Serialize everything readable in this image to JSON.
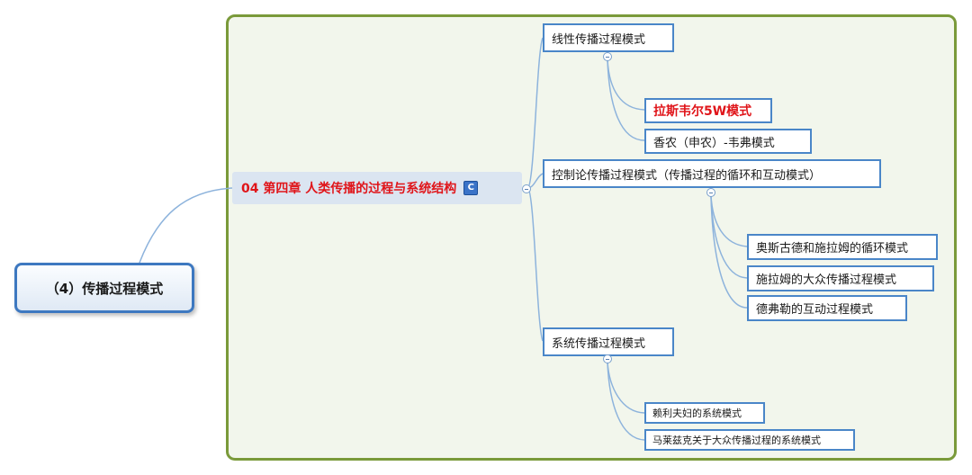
{
  "root": {
    "label": "（4）传播过程模式"
  },
  "main": {
    "label": "04 第四章 人类传播的过程与系统结构",
    "badge": "C"
  },
  "branches": [
    {
      "label": "线性传播过程模式",
      "children": [
        {
          "label": "拉斯韦尔5W模式",
          "highlight": true
        },
        {
          "label": "香农（申农）-韦弗模式"
        }
      ]
    },
    {
      "label": "控制论传播过程模式（传播过程的循环和互动模式）",
      "children": [
        {
          "label": "奥斯古德和施拉姆的循环模式"
        },
        {
          "label": "施拉姆的大众传播过程模式"
        },
        {
          "label": "德弗勒的互动过程模式"
        }
      ]
    },
    {
      "label": "系统传播过程模式",
      "children": [
        {
          "label": "赖利夫妇的系统模式"
        },
        {
          "label": "马莱兹克关于大众传播过程的系统模式"
        }
      ]
    }
  ],
  "colors": {
    "frame_border": "#7a9a3a",
    "frame_fill": "#f2f6ec",
    "node_border": "#4a86c8",
    "connector": "#8db3dc",
    "highlight_text": "#e0151a"
  }
}
